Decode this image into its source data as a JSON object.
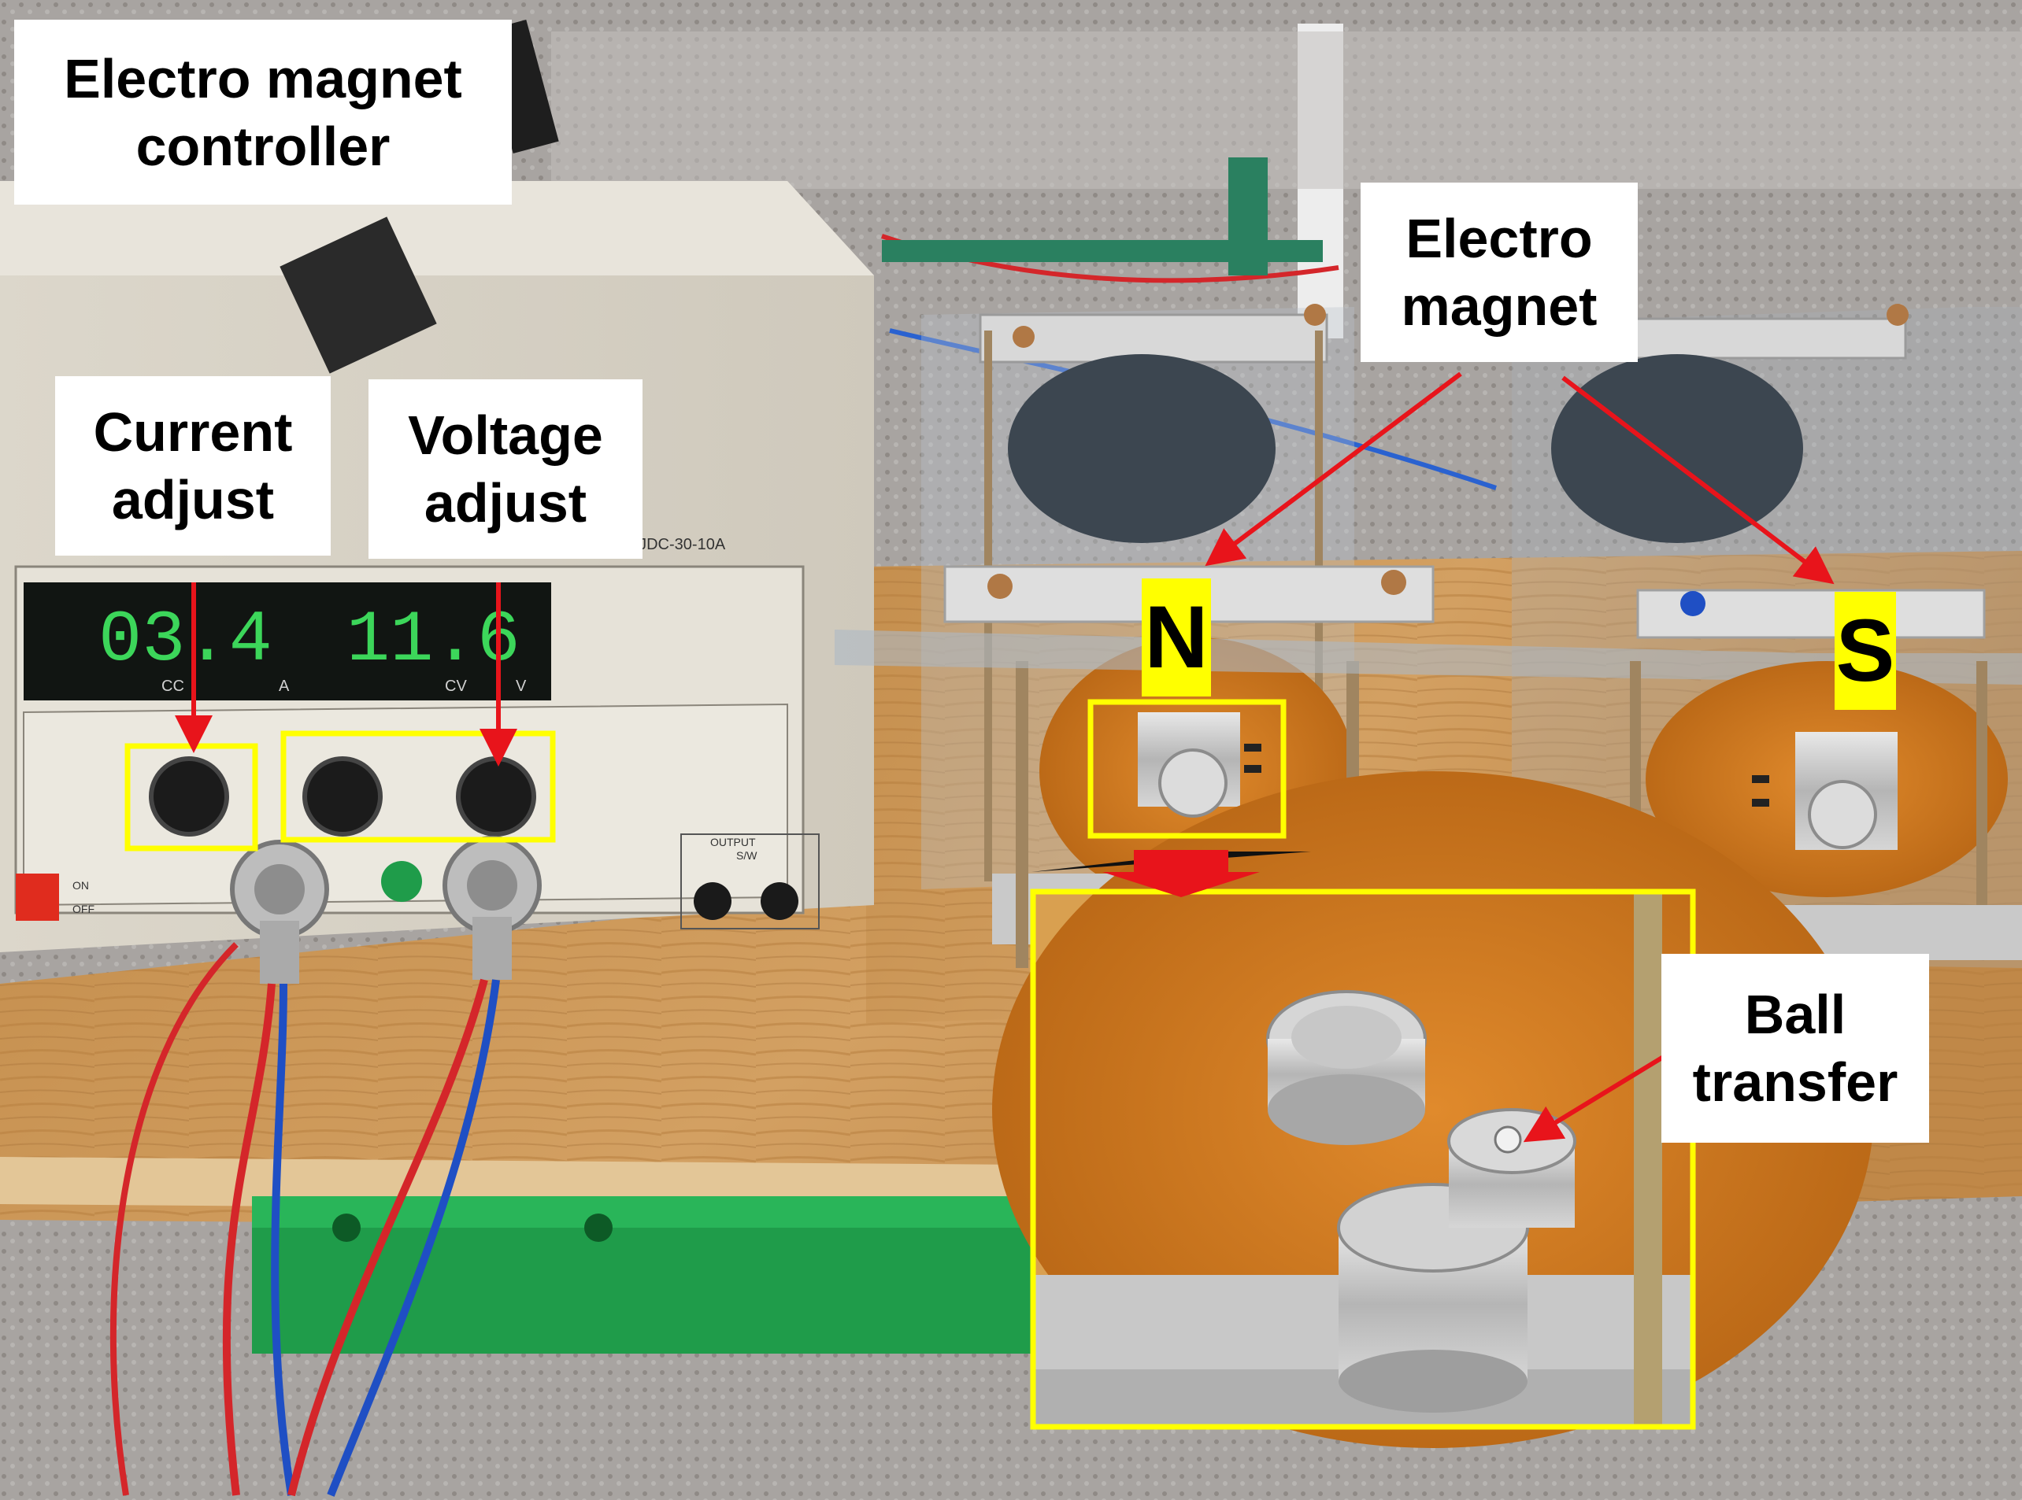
{
  "labels": {
    "controller": [
      "Electro magnet",
      "controller"
    ],
    "current": [
      "Current",
      "adjust"
    ],
    "voltage": [
      "Voltage",
      "adjust"
    ],
    "electromagnet": [
      "Electro",
      "magnet"
    ],
    "ball": [
      "Ball",
      "transfer"
    ],
    "north": "N",
    "south": "S"
  },
  "display": {
    "current_reading": "03.4",
    "voltage_reading": "11.6",
    "current_unit": "A",
    "voltage_unit": "V",
    "cc": "CC",
    "cv": "CV",
    "model": ": JDC-30-10A",
    "output": "OUTPUT",
    "output_sw": "S/W",
    "on": "ON",
    "off": "OFF"
  },
  "colors": {
    "highlight": "#ffff00",
    "arrow": "#e8141b",
    "display_digits": "#3cd65a"
  }
}
